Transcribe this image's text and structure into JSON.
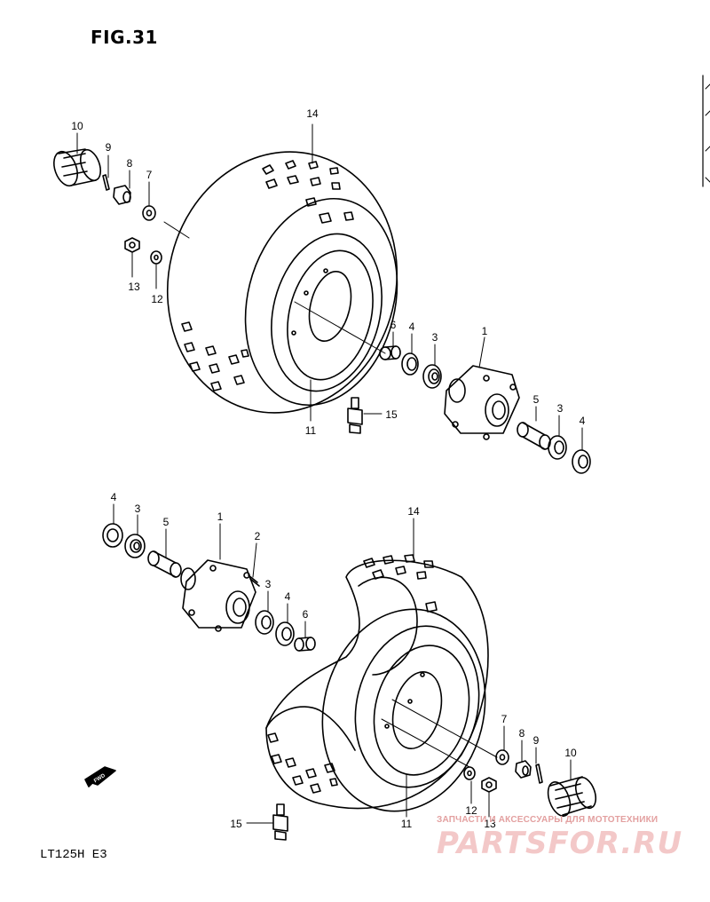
{
  "figure": {
    "title": "FIG.31",
    "model_code": "LT125H  E3",
    "fwd_label": "FWD"
  },
  "callouts_top": [
    "14",
    "10",
    "9",
    "8",
    "7",
    "13",
    "12",
    "6",
    "4",
    "3",
    "1",
    "5",
    "3",
    "4",
    "15",
    "11"
  ],
  "callouts_bottom": [
    "4",
    "3",
    "5",
    "1",
    "2",
    "3",
    "4",
    "6",
    "14",
    "7",
    "8",
    "9",
    "10",
    "12",
    "13",
    "11",
    "15"
  ],
  "watermark": {
    "caption": "ЗАПЧАСТИ И АКСЕССУАРЫ ДЛЯ МОТОТЕХНИКИ",
    "logo": "PARTSFOR.RU"
  },
  "colors": {
    "ink": "#000000",
    "background": "#ffffff",
    "watermark": "#f0b8b8"
  }
}
